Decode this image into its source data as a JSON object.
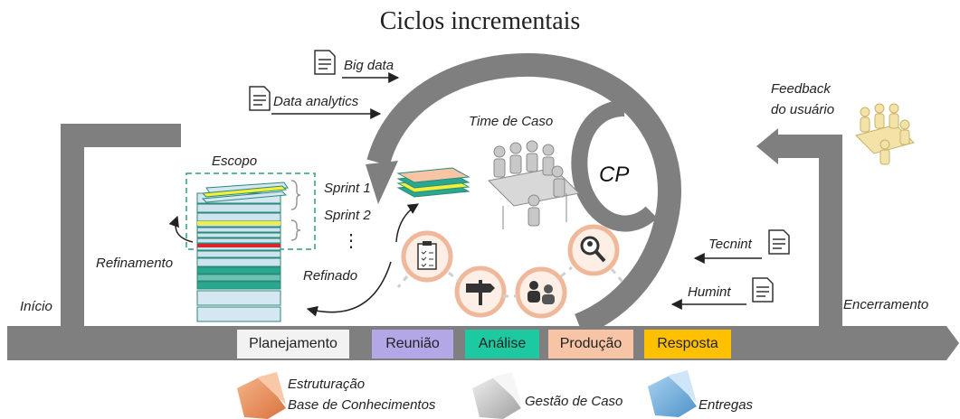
{
  "title": "Ciclos incrementais",
  "inputs": {
    "big_data": "Big data",
    "data_analytics": "Data analytics",
    "tecnint": "Tecnint",
    "humint": "Humint",
    "feedback_line1": "Feedback",
    "feedback_line2": "do usuário"
  },
  "labels": {
    "time_de_caso": "Time de Caso",
    "cp": "CP",
    "escopo": "Escopo",
    "sprint1": "Sprint 1",
    "sprint2": "Sprint 2",
    "ellipsis": "⋮",
    "refinamento": "Refinamento",
    "refinado": "Refinado",
    "inicio": "Início",
    "encerramento": "Encerramento"
  },
  "phases": [
    {
      "label": "Planejamento",
      "color": "#f2f2f2"
    },
    {
      "label": "Reunião",
      "color": "#b4a7e8"
    },
    {
      "label": "Análise",
      "color": "#1dc9a0"
    },
    {
      "label": "Produção",
      "color": "#f7c4a6"
    },
    {
      "label": "Resposta",
      "color": "#ffc000"
    }
  ],
  "legend": {
    "estruturacao_line1": "Estruturação",
    "estruturacao_line2": "Base de Conhecimentos",
    "gestao": "Gestão de Caso",
    "entregas": "Entregas"
  },
  "colors": {
    "track": "#7f7f7f",
    "ring": "#f0b89a",
    "ring_fill": "#fdeee6",
    "dashed": "#2e9e7a",
    "red_layer": "#d9262c",
    "yellow_layer": "#f2ef3a",
    "green_layer": "#27a38a"
  },
  "icons": [
    "document-icon",
    "clipboard-icon",
    "signpost-icon",
    "meeting-icon",
    "magnifier-icon",
    "team-table-icon",
    "folder-icon"
  ]
}
